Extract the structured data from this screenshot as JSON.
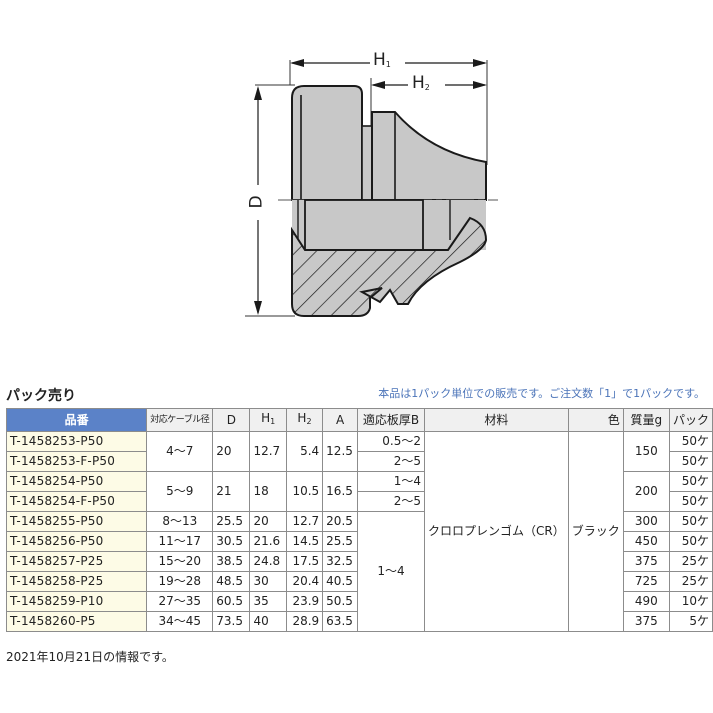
{
  "drawing": {
    "labels": {
      "h1": "H",
      "h1_sub": "1",
      "h2": "H",
      "h2_sub": "2",
      "d": "D"
    },
    "colors": {
      "fill": "#c8c8c8",
      "outline": "#1a1a1a"
    }
  },
  "header": {
    "title": "パック売り",
    "notice": "本品は1パック単位での販売です。ご注文数「1」で1パックです。"
  },
  "table": {
    "columns": {
      "part_no": "品番",
      "cable_dia": "対応ケーブル径",
      "d": "D",
      "h1": "H",
      "h1_sub": "1",
      "h2": "H",
      "h2_sub": "2",
      "a": "A",
      "panel": "適応板厚B",
      "material": "材料",
      "color": "色",
      "mass": "質量g",
      "pack": "パック"
    },
    "rows": [
      {
        "part_no": "T-1458253-P50",
        "cable_dia": "4～7",
        "d": "20",
        "h1": "12.7",
        "h2": "5.4",
        "a": "12.5",
        "panel": "0.5～2",
        "mass": "150",
        "pack": "50ケ"
      },
      {
        "part_no": "T-1458253-F-P50",
        "cable_dia": "4～7",
        "d": "20",
        "h1": "12.7",
        "h2": "5.4",
        "a": "12.5",
        "panel": "2～5",
        "mass": "150",
        "pack": "50ケ"
      },
      {
        "part_no": "T-1458254-P50",
        "cable_dia": "5～9",
        "d": "21",
        "h1": "18",
        "h2": "10.5",
        "a": "16.5",
        "panel": "1～4",
        "mass": "200",
        "pack": "50ケ"
      },
      {
        "part_no": "T-1458254-F-P50",
        "cable_dia": "5～9",
        "d": "21",
        "h1": "18",
        "h2": "10.5",
        "a": "16.5",
        "panel": "2～5",
        "mass": "200",
        "pack": "50ケ"
      },
      {
        "part_no": "T-1458255-P50",
        "cable_dia": "8～13",
        "d": "25.5",
        "h1": "20",
        "h2": "12.7",
        "a": "20.5",
        "panel": "1～4",
        "mass": "300",
        "pack": "50ケ"
      },
      {
        "part_no": "T-1458256-P50",
        "cable_dia": "11～17",
        "d": "30.5",
        "h1": "21.6",
        "h2": "14.5",
        "a": "25.5",
        "panel": "1～4",
        "mass": "450",
        "pack": "50ケ"
      },
      {
        "part_no": "T-1458257-P25",
        "cable_dia": "15～20",
        "d": "38.5",
        "h1": "24.8",
        "h2": "17.5",
        "a": "32.5",
        "panel": "1～4",
        "mass": "375",
        "pack": "25ケ"
      },
      {
        "part_no": "T-1458258-P25",
        "cable_dia": "19～28",
        "d": "48.5",
        "h1": "30",
        "h2": "20.4",
        "a": "40.5",
        "panel": "1～4",
        "mass": "725",
        "pack": "25ケ"
      },
      {
        "part_no": "T-1458259-P10",
        "cable_dia": "27～35",
        "d": "60.5",
        "h1": "35",
        "h2": "23.9",
        "a": "50.5",
        "panel": "1～4",
        "mass": "490",
        "pack": "10ケ"
      },
      {
        "part_no": "T-1458260-P5",
        "cable_dia": "34～45",
        "d": "73.5",
        "h1": "40",
        "h2": "28.9",
        "a": "63.5",
        "panel": "1～4",
        "mass": "375",
        "pack": "5ケ"
      }
    ],
    "shared": {
      "material": "クロロプレンゴム（CR）",
      "color": "ブラック",
      "panel_common": "1～4"
    }
  },
  "footer": {
    "note": "2021年10月21日の情報です。"
  }
}
